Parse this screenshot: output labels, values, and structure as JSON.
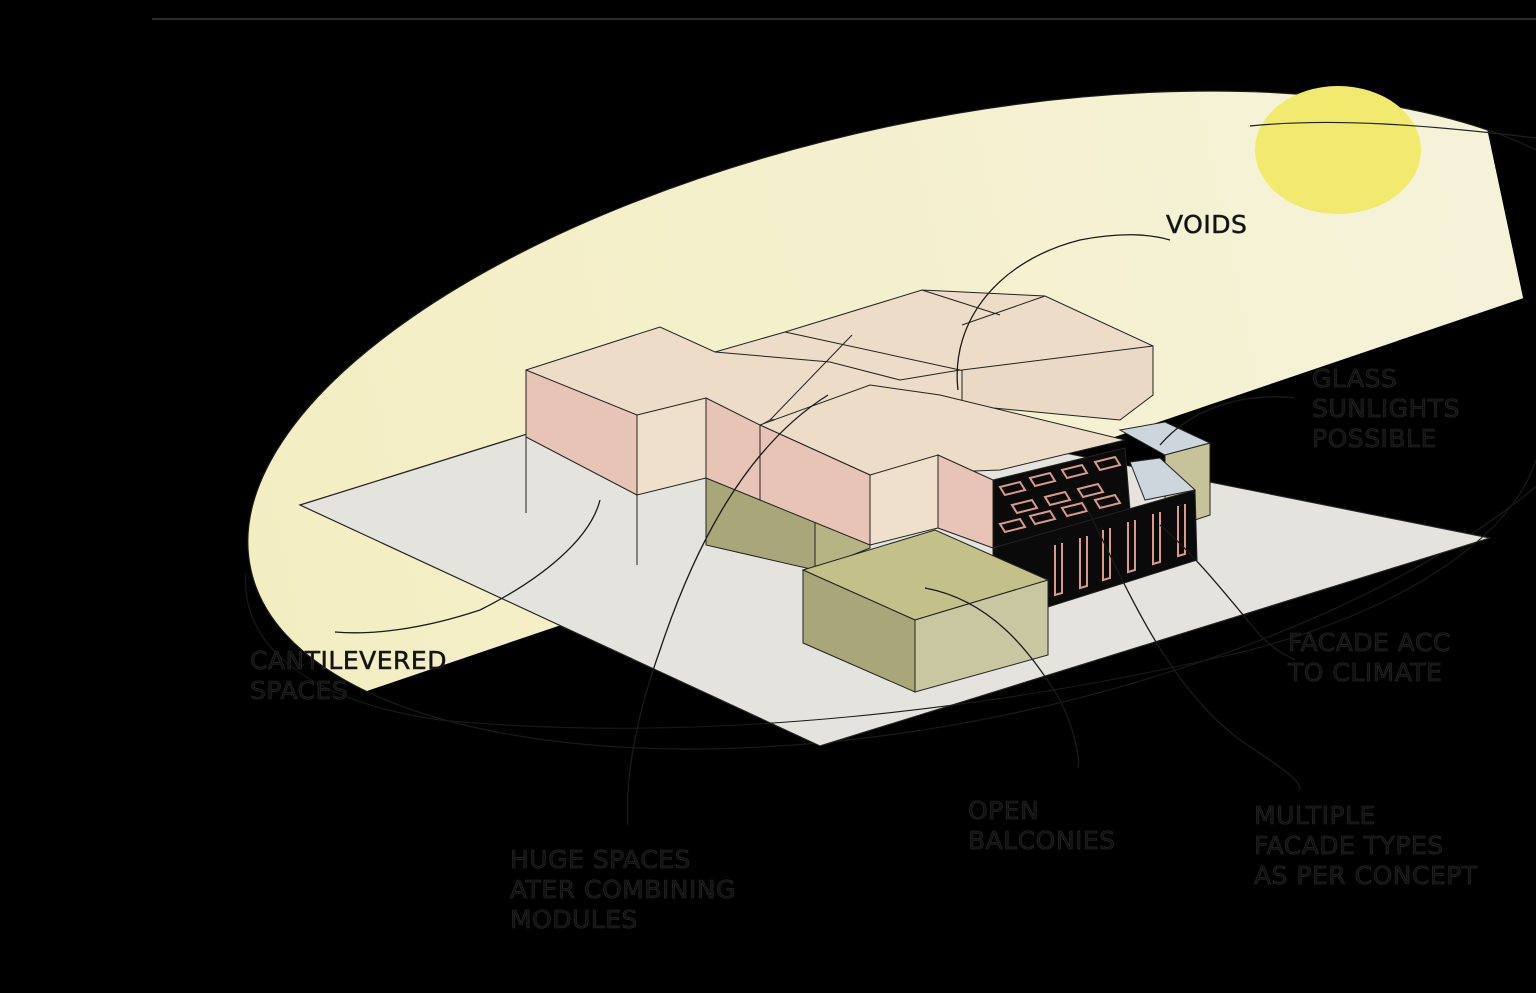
{
  "labels": {
    "voids": "VOIDS",
    "glass": [
      "GLASS",
      "SUNLIGHTS",
      "POSSIBLE"
    ],
    "facade_climate": [
      "FACADE ACC",
      "TO CLIMATE"
    ],
    "cantilevered": [
      "CANTILEVERED",
      "SPACES"
    ],
    "huge_spaces": [
      "HUGE SPACES",
      "ATER COMBINING",
      "MODULES"
    ],
    "open_balconies": [
      "OPEN",
      "BALCONIES"
    ],
    "multiple_facade": [
      "MULTIPLE",
      "FACADE TYPES",
      "AS PER CONCEPT"
    ]
  },
  "colors": {
    "background": "#000000",
    "sun": "#f2ea6e",
    "sun_glow": "#f3efc4",
    "ground_plane": "#e4e2dc",
    "module_pink": "#e8c3b6",
    "module_light": "#eadbc8",
    "balcony_green": "#c3c08a",
    "balcony_dark_green": "#a9a67a",
    "glass": "#cdd6dc",
    "facade_pattern": "#d99a8a"
  }
}
